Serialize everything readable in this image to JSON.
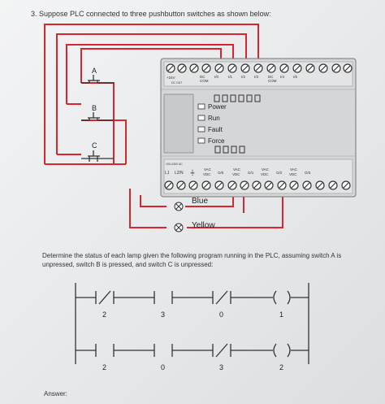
{
  "question": "3.  Suppose PLC connected to three pushbutton switches as shown below:",
  "switches": [
    "A",
    "B",
    "C"
  ],
  "plc_top": {
    "supply": "+24V",
    "dc_out": "DC OUT",
    "dc_com": "DC",
    "com": "COM",
    "inputs": [
      "I/0",
      "I/1",
      "I/2",
      "I/3"
    ],
    "dc2": "DC",
    "com2": "COM",
    "inputs2": [
      "I/4",
      "I/5"
    ]
  },
  "leds": [
    "Power",
    "Run",
    "Fault",
    "Force"
  ],
  "plc_bottom": {
    "supply_label": "100-240V AC",
    "l1": "L1",
    "l2n": "L2/N",
    "outputs": [
      "VAC",
      "VDC",
      "O/0",
      "VAC",
      "VDC",
      "O/1",
      "VAC",
      "VDC",
      "O/2",
      "VAC",
      "VDC",
      "O/3"
    ]
  },
  "lamps": [
    "Blue",
    "Yellow"
  ],
  "statement": "Determine the status of each lamp given the following program running in the PLC, assuming switch A is unpressed, switch B is pressed, and switch C is unpressed:",
  "ladder": {
    "rung1": [
      "2",
      "3",
      "0",
      "1"
    ],
    "rung2": [
      "2",
      "0",
      "3",
      "2"
    ]
  },
  "answer_label": "Answer:"
}
